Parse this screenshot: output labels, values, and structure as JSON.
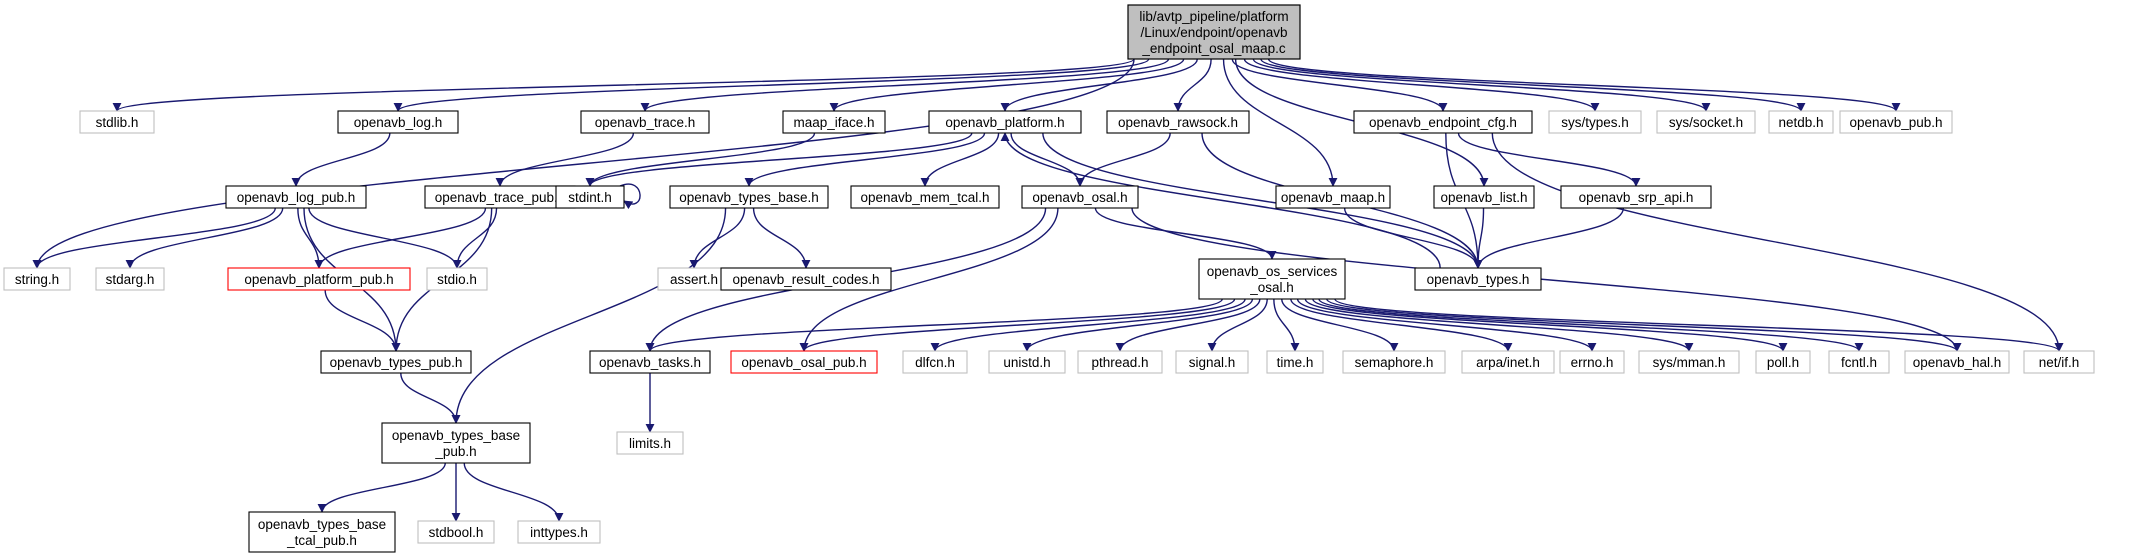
{
  "graph": {
    "edge_color": "#191970",
    "node_styles": {
      "root": {
        "fill": "#bfbfbf",
        "stroke": "#000000"
      },
      "normal": {
        "fill": "#ffffff",
        "stroke": "#000000"
      },
      "external": {
        "fill": "#ffffff",
        "stroke": "#bfbfbf"
      },
      "truncated": {
        "fill": "#ffffff",
        "stroke": "#ff0000"
      }
    },
    "nodes": [
      {
        "id": "root",
        "label": [
          "lib/avtp_pipeline/platform",
          "/Linux/endpoint/openavb",
          "_endpoint_osal_maap.c"
        ],
        "style": "root"
      },
      {
        "id": "stdlib",
        "label": [
          "stdlib.h"
        ],
        "style": "external"
      },
      {
        "id": "log",
        "label": [
          "openavb_log.h"
        ],
        "style": "normal"
      },
      {
        "id": "trace",
        "label": [
          "openavb_trace.h"
        ],
        "style": "normal"
      },
      {
        "id": "maap_iface",
        "label": [
          "maap_iface.h"
        ],
        "style": "normal"
      },
      {
        "id": "platform",
        "label": [
          "openavb_platform.h"
        ],
        "style": "normal"
      },
      {
        "id": "rawsock",
        "label": [
          "openavb_rawsock.h"
        ],
        "style": "normal"
      },
      {
        "id": "endpoint_cfg",
        "label": [
          "openavb_endpoint_cfg.h"
        ],
        "style": "normal"
      },
      {
        "id": "systypes",
        "label": [
          "sys/types.h"
        ],
        "style": "external"
      },
      {
        "id": "syssocket",
        "label": [
          "sys/socket.h"
        ],
        "style": "external"
      },
      {
        "id": "netdb",
        "label": [
          "netdb.h"
        ],
        "style": "external"
      },
      {
        "id": "pub",
        "label": [
          "openavb_pub.h"
        ],
        "style": "external"
      },
      {
        "id": "log_pub",
        "label": [
          "openavb_log_pub.h"
        ],
        "style": "normal"
      },
      {
        "id": "trace_pub",
        "label": [
          "openavb_trace_pub.h"
        ],
        "style": "normal"
      },
      {
        "id": "stdint",
        "label": [
          "stdint.h"
        ],
        "style": "normal"
      },
      {
        "id": "types_base",
        "label": [
          "openavb_types_base.h"
        ],
        "style": "normal"
      },
      {
        "id": "mem_tcal",
        "label": [
          "openavb_mem_tcal.h"
        ],
        "style": "normal"
      },
      {
        "id": "osal",
        "label": [
          "openavb_osal.h"
        ],
        "style": "normal"
      },
      {
        "id": "maap",
        "label": [
          "openavb_maap.h"
        ],
        "style": "normal"
      },
      {
        "id": "list",
        "label": [
          "openavb_list.h"
        ],
        "style": "normal"
      },
      {
        "id": "srp_api",
        "label": [
          "openavb_srp_api.h"
        ],
        "style": "normal"
      },
      {
        "id": "string",
        "label": [
          "string.h"
        ],
        "style": "external"
      },
      {
        "id": "stdarg",
        "label": [
          "stdarg.h"
        ],
        "style": "external"
      },
      {
        "id": "platform_pub",
        "label": [
          "openavb_platform_pub.h"
        ],
        "style": "truncated"
      },
      {
        "id": "stdio",
        "label": [
          "stdio.h"
        ],
        "style": "external"
      },
      {
        "id": "assert",
        "label": [
          "assert.h"
        ],
        "style": "external"
      },
      {
        "id": "result_codes",
        "label": [
          "openavb_result_codes.h"
        ],
        "style": "normal"
      },
      {
        "id": "os_services",
        "label": [
          "openavb_os_services",
          "_osal.h"
        ],
        "style": "normal"
      },
      {
        "id": "types",
        "label": [
          "openavb_types.h"
        ],
        "style": "normal"
      },
      {
        "id": "types_pub",
        "label": [
          "openavb_types_pub.h"
        ],
        "style": "normal"
      },
      {
        "id": "tasks",
        "label": [
          "openavb_tasks.h"
        ],
        "style": "normal"
      },
      {
        "id": "osal_pub",
        "label": [
          "openavb_osal_pub.h"
        ],
        "style": "truncated"
      },
      {
        "id": "dlfcn",
        "label": [
          "dlfcn.h"
        ],
        "style": "external"
      },
      {
        "id": "unistd",
        "label": [
          "unistd.h"
        ],
        "style": "external"
      },
      {
        "id": "pthread",
        "label": [
          "pthread.h"
        ],
        "style": "external"
      },
      {
        "id": "signal",
        "label": [
          "signal.h"
        ],
        "style": "external"
      },
      {
        "id": "time",
        "label": [
          "time.h"
        ],
        "style": "external"
      },
      {
        "id": "semaphore",
        "label": [
          "semaphore.h"
        ],
        "style": "external"
      },
      {
        "id": "arpainet",
        "label": [
          "arpa/inet.h"
        ],
        "style": "external"
      },
      {
        "id": "errno",
        "label": [
          "errno.h"
        ],
        "style": "external"
      },
      {
        "id": "sysmman",
        "label": [
          "sys/mman.h"
        ],
        "style": "external"
      },
      {
        "id": "poll",
        "label": [
          "poll.h"
        ],
        "style": "external"
      },
      {
        "id": "fcntl",
        "label": [
          "fcntl.h"
        ],
        "style": "external"
      },
      {
        "id": "hal",
        "label": [
          "openavb_hal.h"
        ],
        "style": "external"
      },
      {
        "id": "netif",
        "label": [
          "net/if.h"
        ],
        "style": "external"
      },
      {
        "id": "types_base_pub",
        "label": [
          "openavb_types_base",
          "_pub.h"
        ],
        "style": "normal"
      },
      {
        "id": "limits",
        "label": [
          "limits.h"
        ],
        "style": "external"
      },
      {
        "id": "types_base_tcal_pub",
        "label": [
          "openavb_types_base",
          "_tcal_pub.h"
        ],
        "style": "normal"
      },
      {
        "id": "stdbool",
        "label": [
          "stdbool.h"
        ],
        "style": "external"
      },
      {
        "id": "inttypes",
        "label": [
          "inttypes.h"
        ],
        "style": "external"
      }
    ],
    "edges": [
      [
        "root",
        "stdlib"
      ],
      [
        "root",
        "string"
      ],
      [
        "root",
        "log"
      ],
      [
        "root",
        "trace"
      ],
      [
        "root",
        "maap_iface"
      ],
      [
        "root",
        "platform"
      ],
      [
        "root",
        "rawsock"
      ],
      [
        "root",
        "maap"
      ],
      [
        "root",
        "list"
      ],
      [
        "root",
        "endpoint_cfg"
      ],
      [
        "root",
        "systypes"
      ],
      [
        "root",
        "syssocket"
      ],
      [
        "root",
        "netdb"
      ],
      [
        "root",
        "pub"
      ],
      [
        "log",
        "log_pub"
      ],
      [
        "log_pub",
        "string"
      ],
      [
        "log_pub",
        "stdarg"
      ],
      [
        "log_pub",
        "platform_pub"
      ],
      [
        "log_pub",
        "stdio"
      ],
      [
        "log_pub",
        "types_pub"
      ],
      [
        "trace",
        "trace_pub"
      ],
      [
        "trace_pub",
        "platform_pub"
      ],
      [
        "trace_pub",
        "stdio"
      ],
      [
        "trace_pub",
        "types_pub"
      ],
      [
        "platform_pub",
        "types_pub"
      ],
      [
        "types_pub",
        "types_base_pub"
      ],
      [
        "types_base_pub",
        "types_base_tcal_pub"
      ],
      [
        "types_base_pub",
        "stdbool"
      ],
      [
        "types_base_pub",
        "inttypes"
      ],
      [
        "maap_iface",
        "stdint"
      ],
      [
        "stdint",
        "stdint"
      ],
      [
        "platform",
        "stdint"
      ],
      [
        "platform",
        "types_base"
      ],
      [
        "platform",
        "mem_tcal"
      ],
      [
        "platform",
        "osal"
      ],
      [
        "platform",
        "types"
      ],
      [
        "types_base",
        "assert"
      ],
      [
        "types_base",
        "result_codes"
      ],
      [
        "types_base",
        "types_base_pub"
      ],
      [
        "rawsock",
        "osal"
      ],
      [
        "rawsock",
        "types"
      ],
      [
        "osal",
        "os_services"
      ],
      [
        "osal",
        "tasks"
      ],
      [
        "osal",
        "osal_pub"
      ],
      [
        "osal",
        "hal"
      ],
      [
        "os_services",
        "tasks"
      ],
      [
        "os_services",
        "osal_pub"
      ],
      [
        "os_services",
        "dlfcn"
      ],
      [
        "os_services",
        "unistd"
      ],
      [
        "os_services",
        "pthread"
      ],
      [
        "os_services",
        "signal"
      ],
      [
        "os_services",
        "time"
      ],
      [
        "os_services",
        "semaphore"
      ],
      [
        "os_services",
        "arpainet"
      ],
      [
        "os_services",
        "errno"
      ],
      [
        "os_services",
        "sysmman"
      ],
      [
        "os_services",
        "poll"
      ],
      [
        "os_services",
        "fcntl"
      ],
      [
        "os_services",
        "hal"
      ],
      [
        "os_services",
        "netif"
      ],
      [
        "tasks",
        "limits"
      ],
      [
        "types",
        "platform"
      ],
      [
        "maap",
        "types"
      ],
      [
        "list",
        "types"
      ],
      [
        "endpoint_cfg",
        "srp_api"
      ],
      [
        "endpoint_cfg",
        "types"
      ],
      [
        "endpoint_cfg",
        "netif"
      ],
      [
        "srp_api",
        "types"
      ]
    ]
  }
}
